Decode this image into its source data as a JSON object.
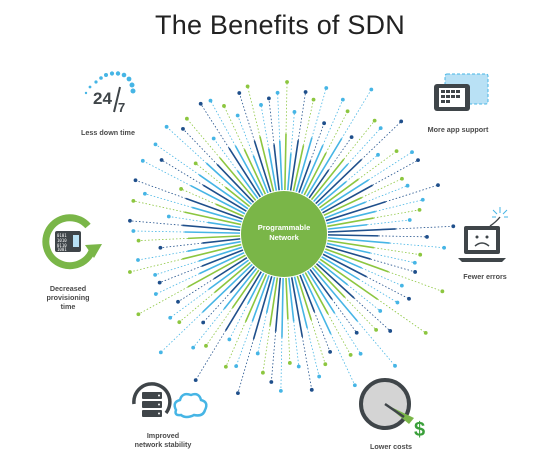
{
  "title": "The Benefits of SDN",
  "center": {
    "line1": "Programmable",
    "line2": "Network"
  },
  "benefits": {
    "downtime": {
      "badge_a": "24",
      "badge_b": "7",
      "label": "Less down time"
    },
    "app_support": {
      "label": "More app support"
    },
    "fewer_errors": {
      "label": "Fewer errors"
    },
    "provisioning": {
      "line1": "Decreased",
      "line2": "provisioning",
      "line3": "time",
      "screen_text": "0101 1010 0110 1001"
    },
    "stability": {
      "line1": "Improved",
      "line2": "network stability"
    },
    "costs": {
      "label": "Lower costs",
      "symbol": "$"
    }
  },
  "colors": {
    "hub": "#7ab648",
    "navy": "#1f4f8b",
    "sky": "#46b5e5",
    "lime": "#8cc63f",
    "icon_dark": "#3f4549",
    "icon_blue": "#7fc6ea",
    "money": "#3a9f3a"
  }
}
